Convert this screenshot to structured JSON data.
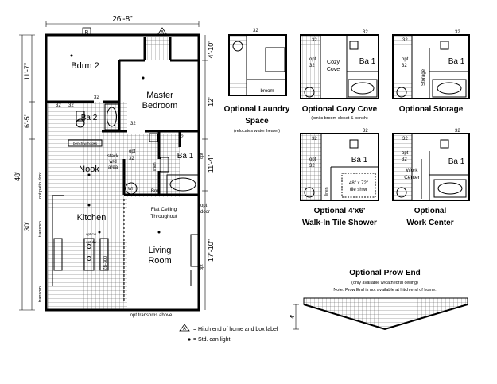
{
  "main_plan": {
    "overall_width": "26'-8\"",
    "overall_length": "48'",
    "box_label_b": "B",
    "box_label_a": "A",
    "left_dims": [
      "11'-7\"",
      "6'-5\"",
      "30'"
    ],
    "right_dims": [
      "4'-10\"",
      "12'",
      "11'-4\"",
      "17'-10\""
    ],
    "rooms": {
      "bdrm2": "Bdrm 2",
      "master1": "Master",
      "master2": "Bedroom",
      "ba2": "Ba 2",
      "ba1": "Ba 1",
      "nook": "Nook",
      "kitchen": "Kitchen",
      "living1": "Living",
      "living2": "Room"
    },
    "notes": {
      "n32a": "32",
      "n32b": "32",
      "n32c": "32",
      "n32d": "32",
      "n32e": "32",
      "opt32a": "opt",
      "opt32b": "32",
      "linen": "linen",
      "bench": "bench w/hooks",
      "stack1": "stack",
      "stack2": "w/d",
      "stack3": "area",
      "wh": "WH",
      "brm": "Brm",
      "opt_patio_door": "opt patio door",
      "transom1": "transom",
      "transom2": "transom",
      "flat1": "Flat Ceiling",
      "flat2": "Throughout",
      "opt_door1": "opt",
      "opt_door2": "door",
      "zb": "ZB-300",
      "opt_cw": "opt cw",
      "opt_dw": "opt dw",
      "opt_transoms_above": "opt transoms above",
      "opt_right1": "opt",
      "opt_right2": "opt"
    }
  },
  "options": {
    "laundry": {
      "title1": "Optional Laundry",
      "title2": "Space",
      "note": "(relocates water heater)",
      "broom": "broom",
      "n32": "32"
    },
    "cozy": {
      "title": "Optional Cozy Cove",
      "note": "(omits broom closet & bench)",
      "label1": "Cozy",
      "label2": "Cove",
      "ba": "Ba 1",
      "n32a": "32",
      "n32b": "32",
      "opt": "opt",
      "opt32": "32"
    },
    "storage": {
      "title": "Optional Storage",
      "label": "Storage",
      "ba": "Ba 1",
      "n32a": "32",
      "n32b": "32",
      "opt": "opt",
      "opt32": "32"
    },
    "shower": {
      "title1": "Optional 4'x6'",
      "title2": "Walk-In Tile Shower",
      "size": "48\" x 72\"",
      "type": "tile shwr",
      "ba": "Ba 1",
      "linen": "linen",
      "n32a": "32",
      "n32b": "32",
      "opt": "opt",
      "opt32": "32"
    },
    "work": {
      "title1": "Optional",
      "title2": "Work Center",
      "label1": "Work",
      "label2": "Center",
      "ba": "Ba 1",
      "n32a": "32",
      "n32b": "32",
      "opt": "opt",
      "opt32": "32"
    },
    "prow": {
      "title": "Optional Prow End",
      "note1": "(only available w/cathedral ceiling)",
      "note2": "Note: Prow End is not available at hitch end of home.",
      "dim": "4'"
    }
  },
  "legend": {
    "box_symbol": "A",
    "hitch_text": "= Hitch end of home and box label",
    "can_text": "= Std. can light"
  }
}
